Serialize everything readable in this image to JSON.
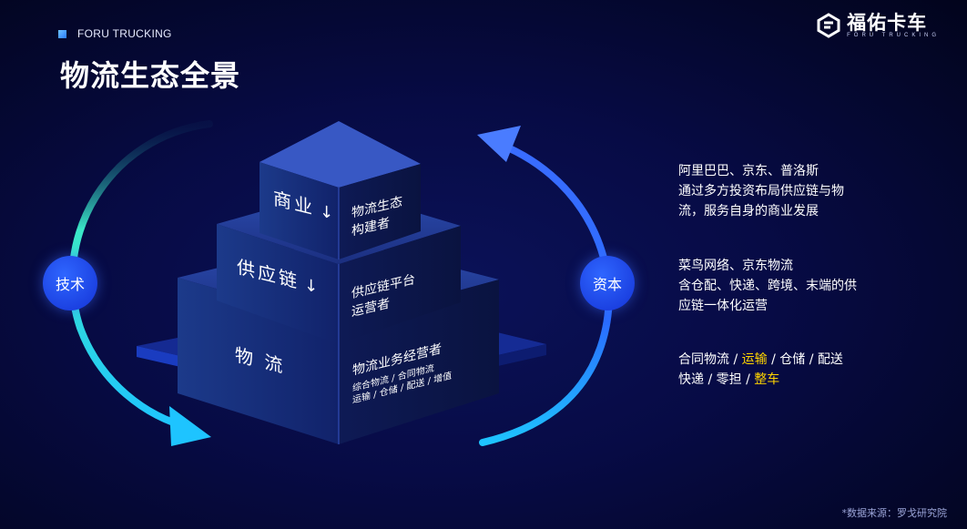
{
  "header": {
    "brand": "FORU TRUCKING",
    "title": "物流生态全景",
    "logo_cn": "福佑卡车",
    "logo_en": "FORU TRUCKING"
  },
  "cycle": {
    "left_label": "技术",
    "right_label": "资本"
  },
  "pyramid": {
    "top": {
      "name": "商业",
      "arrow": "↓",
      "role_line1": "物流生态",
      "role_line2": "构建者"
    },
    "middle": {
      "name": "供应链",
      "arrow": "↓",
      "role_line1": "供应链平台",
      "role_line2": "运营者"
    },
    "bottom": {
      "name": "物 流",
      "role": "物流业务经营者",
      "services_line1": "综合物流 / 合同物流",
      "services_line2": "运输 / 仓储 / 配送 / 增值"
    }
  },
  "descriptions": {
    "top": {
      "line1": "阿里巴巴、京东、普洛斯",
      "line2": "通过多方投资布局供应链与物",
      "line3": "流，服务自身的商业发展"
    },
    "middle": {
      "line1": "菜鸟网络、京东物流",
      "line2": "含仓配、快递、跨境、末端的供",
      "line3": "应链一体化运营"
    },
    "bottom": {
      "row1": [
        "合同物流",
        " / ",
        "运输",
        " / ",
        "仓储",
        " / ",
        "配送"
      ],
      "row2": [
        "快递",
        " / ",
        "零担",
        " / ",
        "整车"
      ]
    }
  },
  "source": "*数据来源：罗戈研究院",
  "colors": {
    "highlight": "#ffd400",
    "accent_blue": "#1e4bff"
  }
}
